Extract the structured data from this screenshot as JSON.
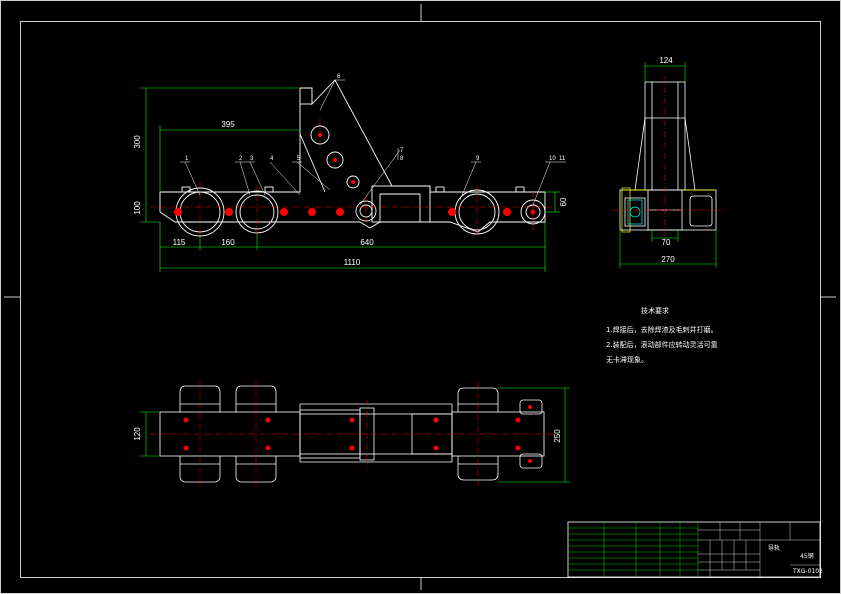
{
  "front_view": {
    "dims": {
      "height_total": "300",
      "offset_top": "395",
      "height_beam": "100",
      "height_right": "60",
      "seg_1": "115",
      "seg_2": "160",
      "seg_3": "640",
      "length_total": "1110"
    },
    "leaders": [
      "1",
      "2",
      "3",
      "4",
      "5",
      "6",
      "7",
      "8",
      "9",
      "10",
      "11"
    ]
  },
  "side_view": {
    "dims": {
      "top_width": "124",
      "inner_width": "70",
      "bottom_width": "270"
    }
  },
  "plan_view": {
    "dims": {
      "beam_width": "120",
      "overall_width": "250"
    }
  },
  "notes": {
    "title": "技术要求",
    "lines": [
      "1.焊接后，去除焊渣及毛刺并打磨。",
      "2.装配后，滚动部件应转动灵活可靠",
      "  无卡滞现象。"
    ]
  },
  "title_block": {
    "part_name": "导轨",
    "material": "45钢",
    "drawing_no": "TXG-0102"
  },
  "colors": {
    "outline": "#ffffff",
    "dimension": "#00ff00",
    "centerline": "#ff0000",
    "hidden": "#ffff00",
    "accent": "#00ffff"
  }
}
